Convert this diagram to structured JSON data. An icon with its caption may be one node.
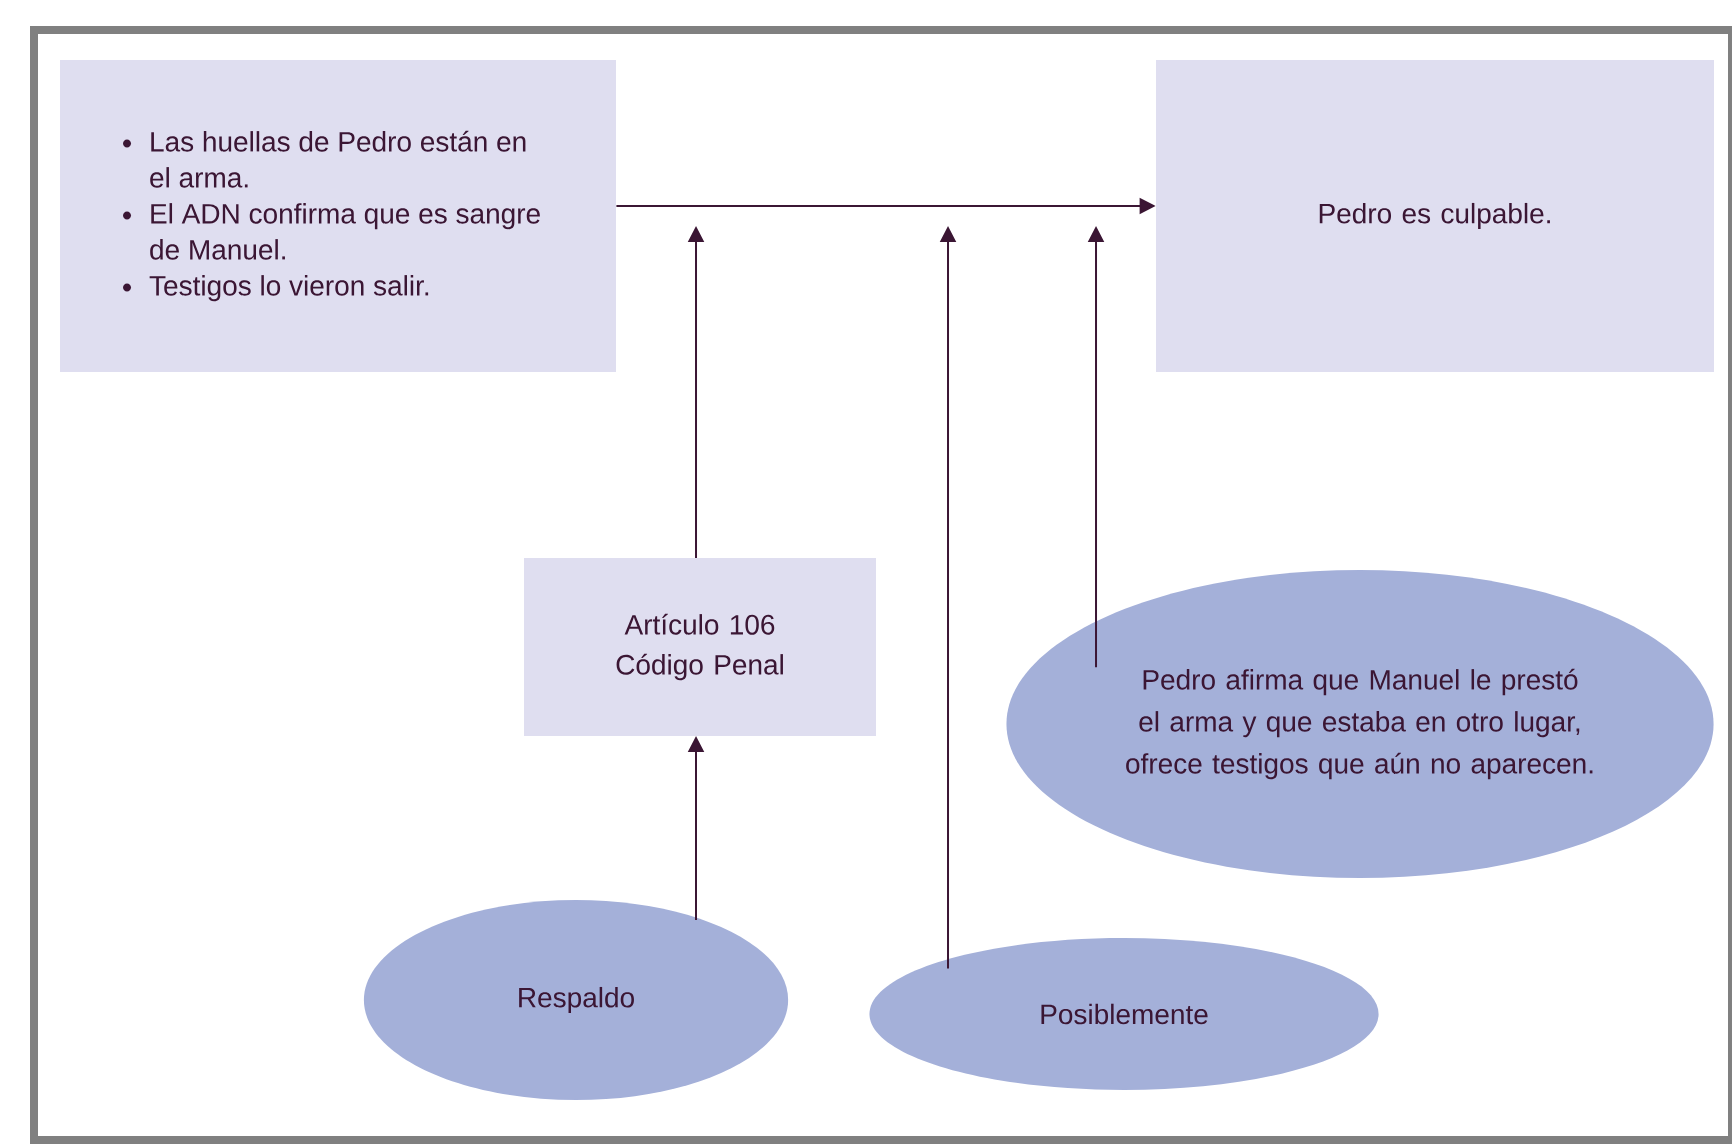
{
  "diagram": {
    "nodes": [
      {
        "text": [
          "Las huellas de Pedro están en el arma.",
          "El ADN confirma que es sangre de Manuel.",
          "Testigos lo vieron salir."
        ]
      },
      {
        "text": [
          "Pedro es culpable."
        ]
      },
      {
        "text": [
          "Artículo 106 Código Penal"
        ]
      },
      {
        "text": [
          "Pedro afirma que Manuel le prestó el arma y que estaba en otro lugar, ofrece testigos que aún no aparecen."
        ]
      },
      {
        "text": [
          "Respaldo"
        ]
      },
      {
        "text": [
          "Posiblemente"
        ]
      }
    ],
    "edges": [
      {
        "from": 0,
        "to": 1,
        "arrow": "to"
      },
      {
        "from": 2,
        "to": null,
        "arrow": "to"
      },
      {
        "from": 4,
        "to": 2,
        "arrow": "to"
      },
      {
        "from": 5,
        "to": null,
        "arrow": "to"
      },
      {
        "from": 3,
        "to": null,
        "arrow": "to"
      }
    ]
  }
}
